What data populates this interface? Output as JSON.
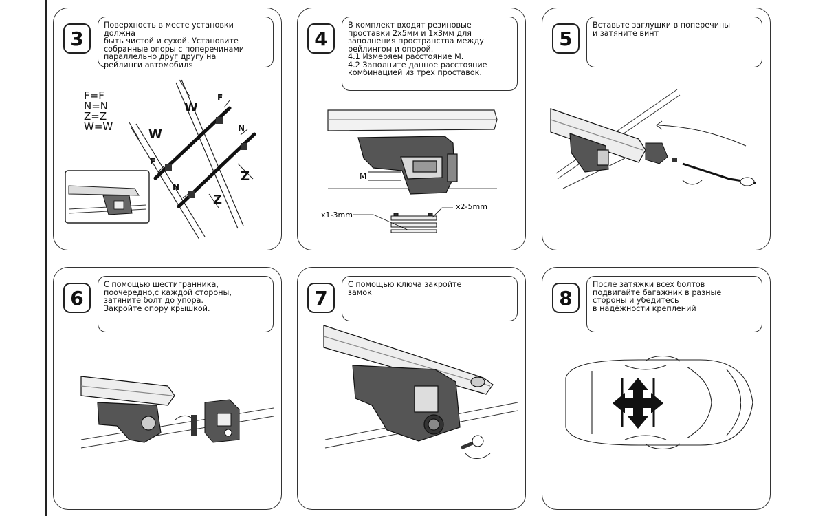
{
  "steps": [
    {
      "number": "3",
      "text": "Поверхность в месте установки должна\nбыть чистой и сухой. Установите\nсобранные опоры с поперечинами\nпараллельно друг другу на\nрейлинги автомобиля",
      "legend": [
        "F=F",
        "N=N",
        "Z=Z",
        "W=W"
      ],
      "labels": {
        "w1": "W",
        "w2": "W",
        "f1": "F",
        "f2": "F",
        "n1": "N",
        "n2": "N",
        "z1": "Z",
        "z2": "Z"
      }
    },
    {
      "number": "4",
      "text": "В комплект входят резиновые\nпроставки 2х5мм и 1х3мм для\nзаполнения пространства между\nрейлингом и опорой.\n4.1 Измеряем расстояние М.\n4.2 Заполните данное расстояние\nкомбинацией из трех проставок.",
      "labels": {
        "m": "M",
        "x1": "x1-3mm",
        "x2": "x2-5mm"
      }
    },
    {
      "number": "5",
      "text": "Вставьте заглушки в поперечины\nи затяните винт"
    },
    {
      "number": "6",
      "text": "С помощью шестигранника,\nпоочередно,с каждой стороны,\nзатяните болт до упора.\nЗакройте опору крышкой."
    },
    {
      "number": "7",
      "text": "С помощью ключа закройте\nзамок"
    },
    {
      "number": "8",
      "text": "После затяжки всех болтов\nподвигайте багажник в разные\nстороны и убедитесь\nв надёжности креплений"
    }
  ]
}
